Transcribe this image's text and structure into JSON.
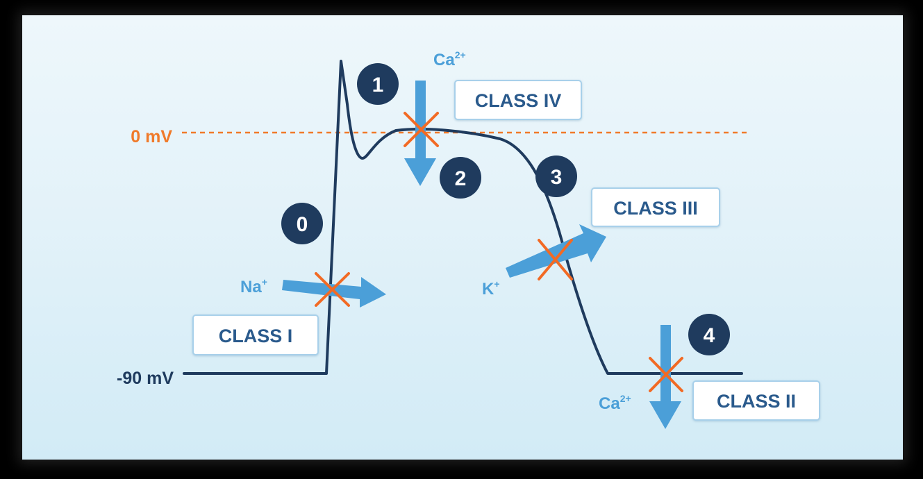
{
  "labels": {
    "zero_mv": "0 mV",
    "minus90_mv": "-90 mV"
  },
  "phases": [
    "0",
    "1",
    "2",
    "3",
    "4"
  ],
  "classes": {
    "class_i": "CLASS I",
    "class_ii": "CLASS II",
    "class_iii": "CLASS III",
    "class_iv": "CLASS IV"
  },
  "ions": {
    "sodium": {
      "symbol": "Na",
      "charge": "+"
    },
    "potassium": {
      "symbol": "K",
      "charge": "+"
    },
    "calcium_top": {
      "symbol": "Ca",
      "charge": "2+"
    },
    "calcium_bottom": {
      "symbol": "Ca",
      "charge": "2+"
    }
  },
  "colors": {
    "curve": "#1f3b5e",
    "zero_line": "#f07a2a",
    "arrow": "#4b9fd8",
    "block_x": "#f26a24",
    "badge": "#1f3b5e",
    "class_text": "#2a5a8c",
    "ion_text": "#4b9fd8"
  }
}
